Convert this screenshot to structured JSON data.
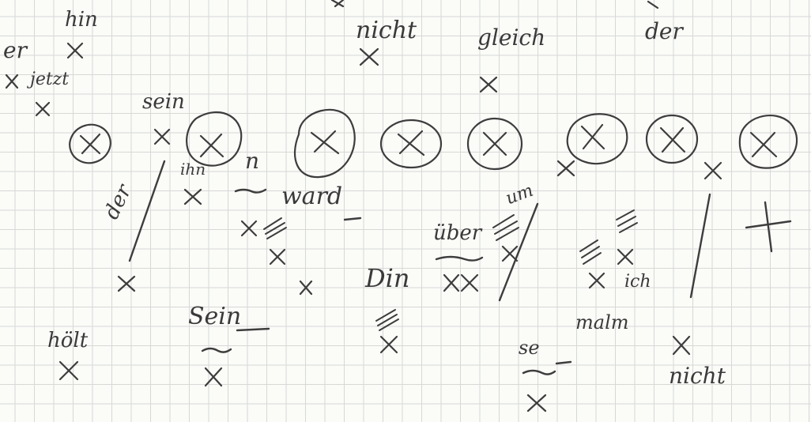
{
  "words": {
    "er": "er",
    "hin": "hin",
    "jetzt": "jetzt",
    "sein": "sein",
    "nicht_top": "nicht",
    "gleich": "gleich",
    "der_top": "der",
    "ihn": "ihn",
    "n_mark": "n",
    "ward": "ward",
    "der_slash": "der",
    "hoelt": "hölt",
    "sein_lower": "Sein",
    "din": "Din",
    "ueber": "über",
    "um": "um",
    "malm": "malm",
    "ich": "ich",
    "se": "se",
    "nicht_bottom": "nicht"
  }
}
